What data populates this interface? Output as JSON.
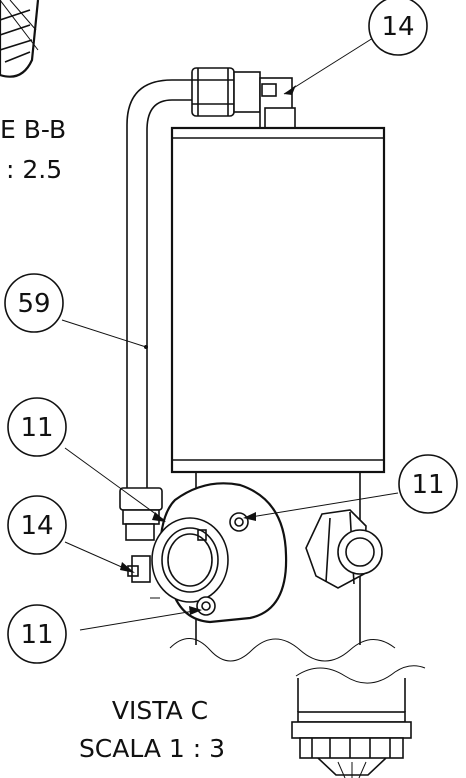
{
  "drawing": {
    "section_label_line1": "E B-B",
    "section_label_line2": ": 2.5",
    "view_title": "VISTA C",
    "view_scale": "SCALA 1 : 3"
  },
  "balloons": [
    {
      "id": "b-top",
      "text": "14"
    },
    {
      "id": "b-59",
      "text": "59"
    },
    {
      "id": "b-11-left",
      "text": "11"
    },
    {
      "id": "b-11-right",
      "text": "11"
    },
    {
      "id": "b-14-left",
      "text": "14"
    },
    {
      "id": "b-11-bottom",
      "text": "11"
    }
  ],
  "colors": {
    "line": "#111111",
    "background": "#ffffff"
  }
}
